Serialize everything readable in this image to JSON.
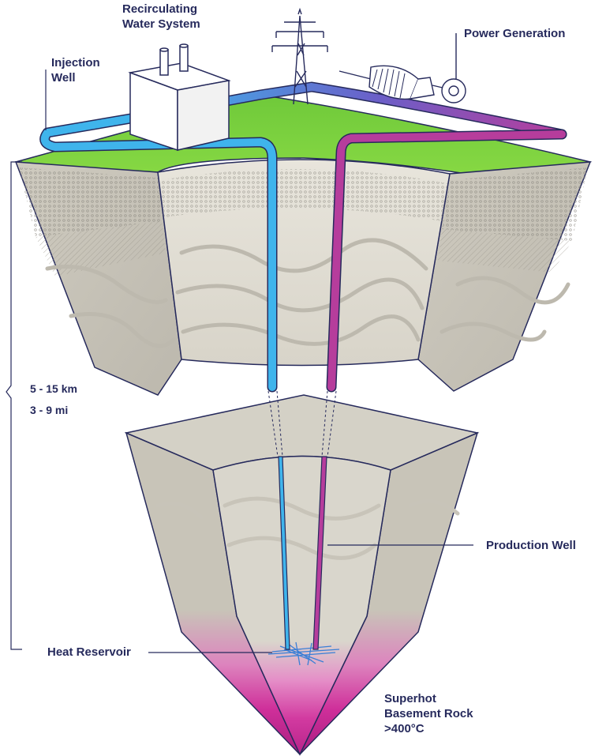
{
  "labels": {
    "recirculating_line1": "Recirculating",
    "recirculating_line2": "Water System",
    "injection_line1": "Injection",
    "injection_line2": "Well",
    "power_generation": "Power Generation",
    "production_well": "Production Well",
    "heat_reservoir": "Heat Reservoir",
    "superhot_line1": "Superhot",
    "superhot_line2": "Basement Rock",
    "superhot_line3": ">400°C",
    "depth_km": "5 - 15 km",
    "depth_mi": "3 - 9 mi"
  },
  "colors": {
    "outline": "#262a5c",
    "injection": "#3fb4ec",
    "production": "#b63d9c",
    "grass": "#7ed13f",
    "rock": "#d9d6cc",
    "hot": "#d23aa0"
  }
}
